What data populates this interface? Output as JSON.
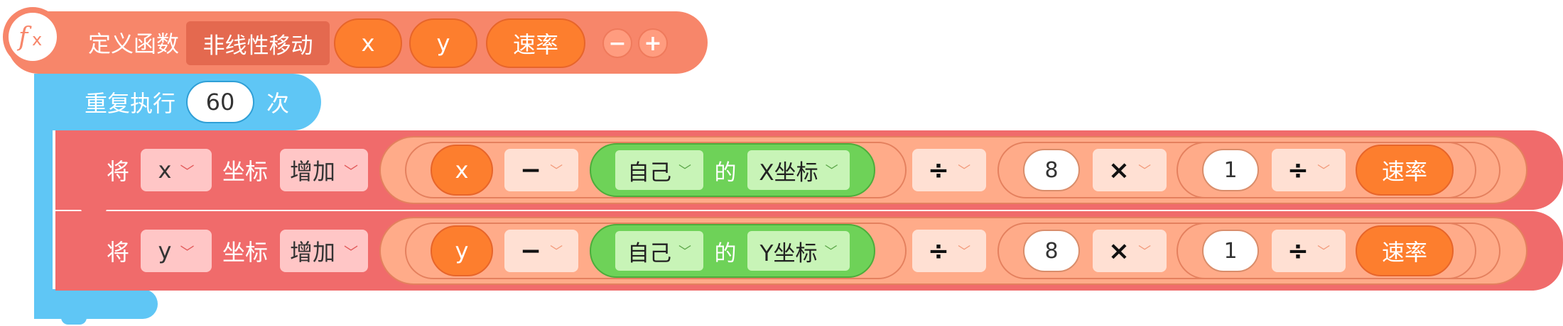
{
  "define": {
    "label": "定义函数",
    "name": "非线性移动",
    "params": [
      "x",
      "y",
      "速率"
    ],
    "minus": "−",
    "plus": "+",
    "icon": "function-fx-icon"
  },
  "repeat": {
    "prefix": "重复执行",
    "count": "60",
    "suffix": "次"
  },
  "rows": [
    {
      "verb": "将",
      "axis": "x",
      "coord": "坐标",
      "op": "增加",
      "var": "x",
      "minus": "−",
      "self": "自己",
      "of": "的",
      "prop": "X坐标",
      "div": "÷",
      "num1": "8",
      "times": "×",
      "num2": "1",
      "div2": "÷",
      "rate": "速率"
    },
    {
      "verb": "将",
      "axis": "y",
      "coord": "坐标",
      "op": "增加",
      "var": "y",
      "minus": "−",
      "self": "自己",
      "of": "的",
      "prop": "Y坐标",
      "div": "÷",
      "num1": "8",
      "times": "×",
      "num2": "1",
      "div2": "÷",
      "rate": "速率"
    }
  ],
  "colors": {
    "define_block": "#f7866a",
    "param_pill": "#fd7e2e",
    "repeat_block": "#5fc6f5",
    "move_block": "#f06b6b",
    "expression": "#ffab89",
    "sprite_block": "#6ed258"
  }
}
